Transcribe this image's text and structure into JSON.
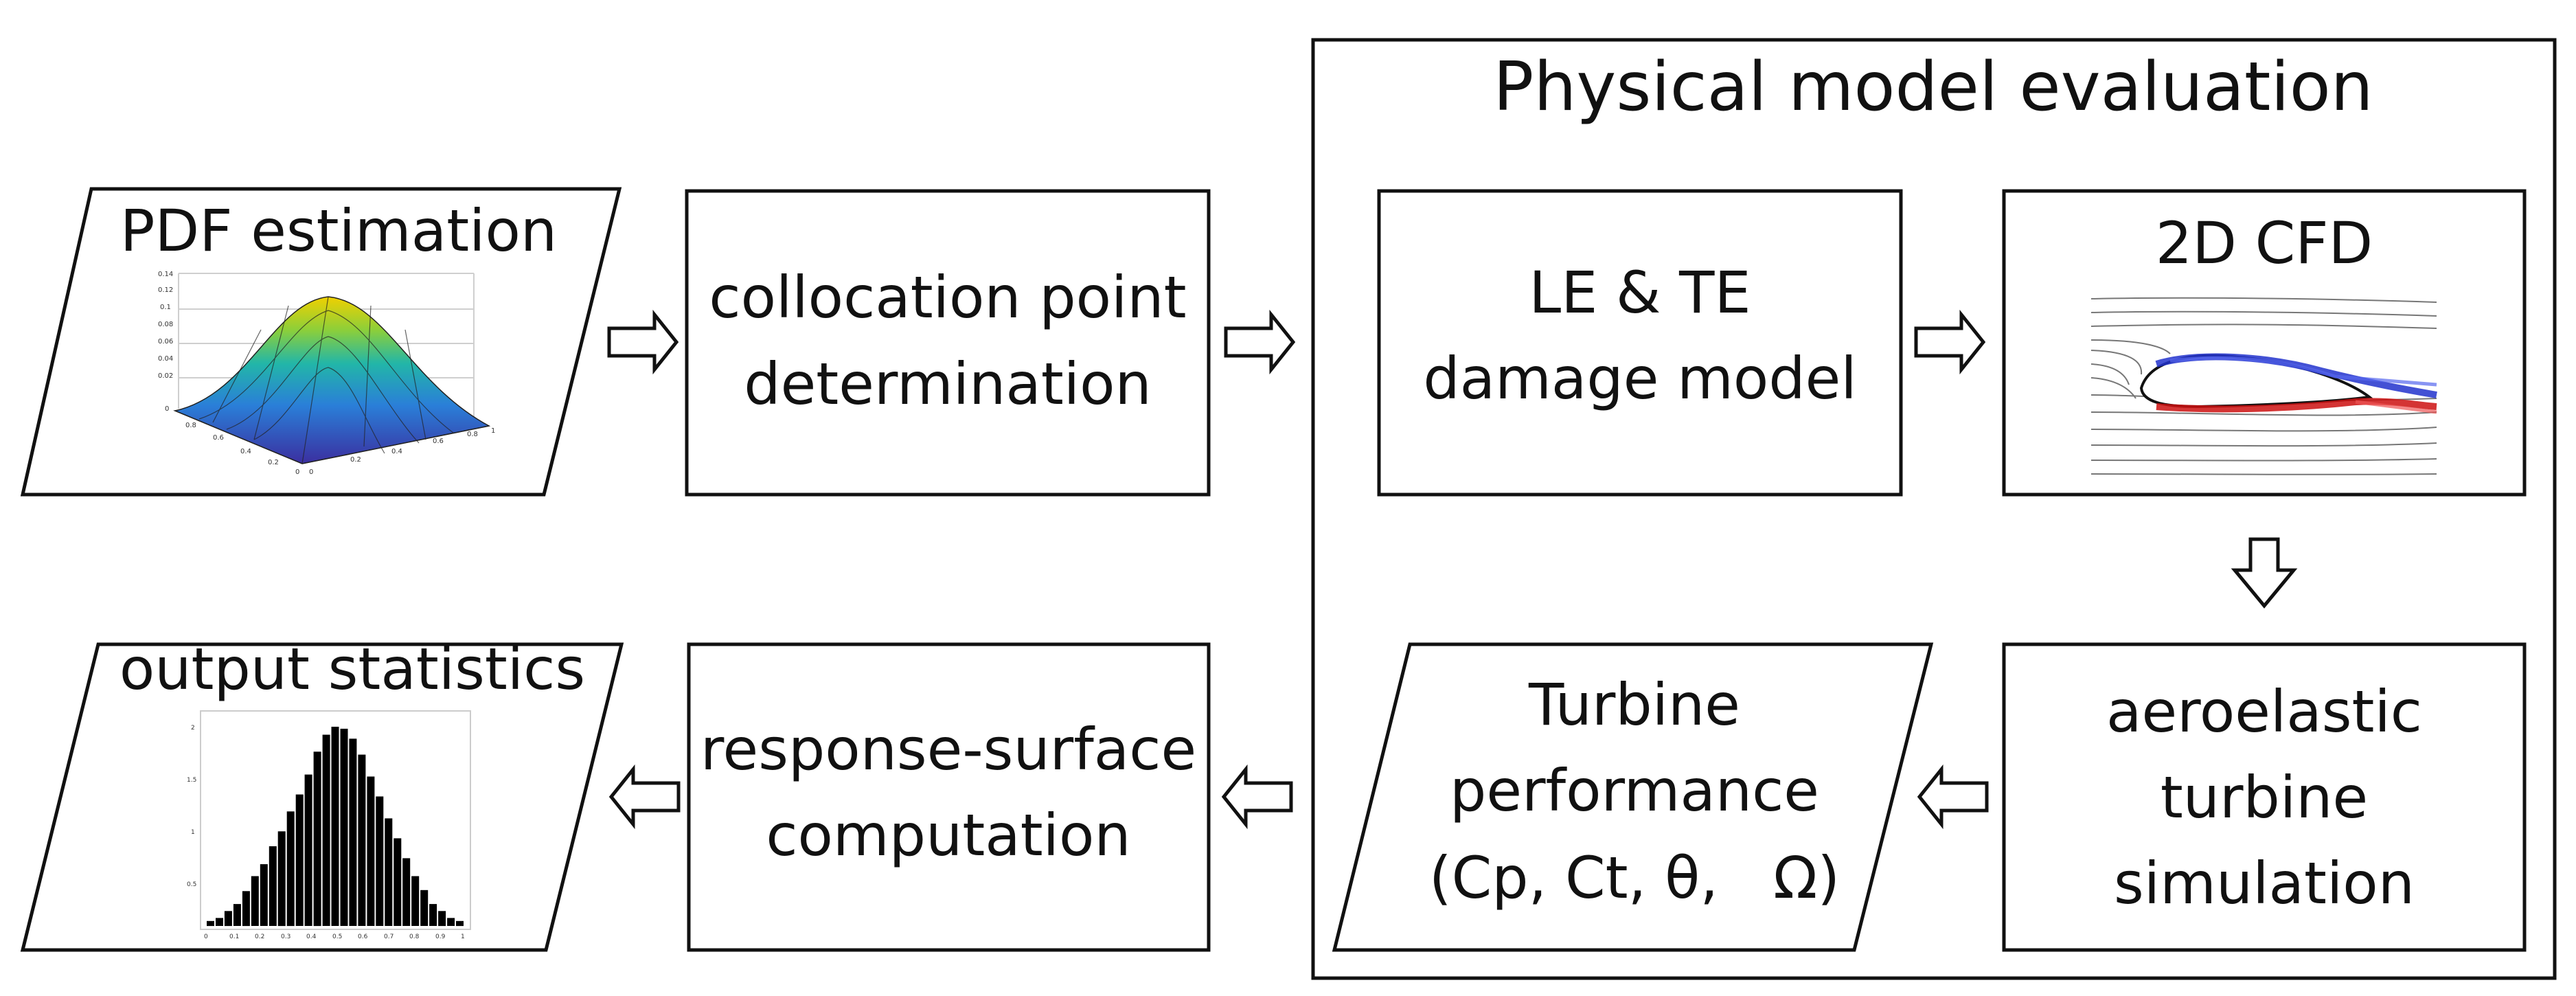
{
  "panel": {
    "title": "Physical model evaluation"
  },
  "pdf_estimation": {
    "label": "PDF estimation"
  },
  "collocation": {
    "line1": "collocation point",
    "line2": "determination"
  },
  "damage_model": {
    "line1": "LE & TE",
    "line2": "damage model"
  },
  "cfd": {
    "label": "2D CFD"
  },
  "aeroelastic": {
    "line1": "aeroelastic",
    "line2": "turbine",
    "line3": "simulation"
  },
  "turbine_performance": {
    "line1": "Turbine",
    "line2": "performance",
    "line3": "(Cp, Ct, θ,   Ω)"
  },
  "response_surface": {
    "line1": "response-surface",
    "line2": "computation"
  },
  "output_statistics": {
    "label": "output statistics"
  },
  "colors": {
    "cfd_upper": "#2233cc",
    "cfd_lower": "#cc1111",
    "surface_low": "#3b2fa0",
    "surface_high": "#f0d000"
  },
  "histogram": {
    "values": [
      0.05,
      0.08,
      0.15,
      0.22,
      0.35,
      0.5,
      0.62,
      0.8,
      0.95,
      1.15,
      1.32,
      1.52,
      1.75,
      1.92,
      2.0,
      1.98,
      1.88,
      1.72,
      1.5,
      1.3,
      1.08,
      0.88,
      0.68,
      0.5,
      0.36,
      0.22,
      0.15,
      0.08,
      0.05
    ]
  }
}
